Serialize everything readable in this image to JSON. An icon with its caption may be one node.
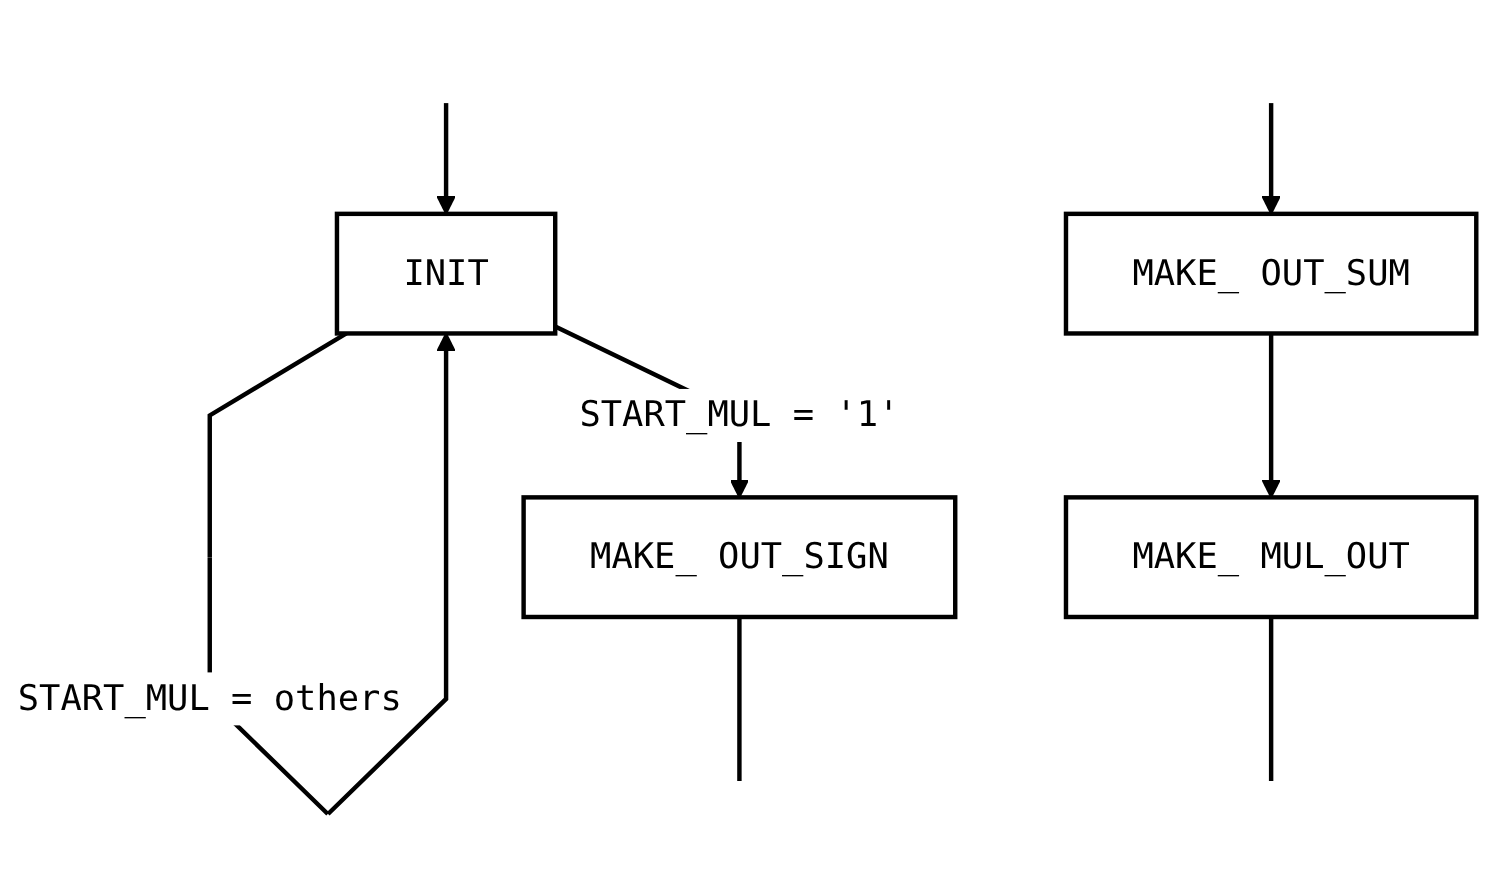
{
  "diagram": {
    "nodes": [
      {
        "text": [
          "INIT"
        ]
      },
      {
        "text": [
          "MAKE_ OUT_SIGN"
        ]
      },
      {
        "text": [
          "MAKE_ OUT_SUM"
        ]
      },
      {
        "text": [
          "MAKE_ MUL_OUT"
        ]
      }
    ],
    "edges": [
      {
        "from": 0,
        "to": 0,
        "arrow": "to",
        "label": "START_MUL = others"
      },
      {
        "from": 0,
        "to": 1,
        "arrow": "to",
        "label": "START_MUL = '1'"
      },
      {
        "from": null,
        "to": 0,
        "arrow": "to"
      },
      {
        "from": null,
        "to": 2,
        "arrow": "to"
      },
      {
        "from": 2,
        "to": 3,
        "arrow": "to"
      },
      {
        "from": 1,
        "to": null,
        "arrow": "none"
      },
      {
        "from": 3,
        "to": null,
        "arrow": "none"
      }
    ]
  }
}
